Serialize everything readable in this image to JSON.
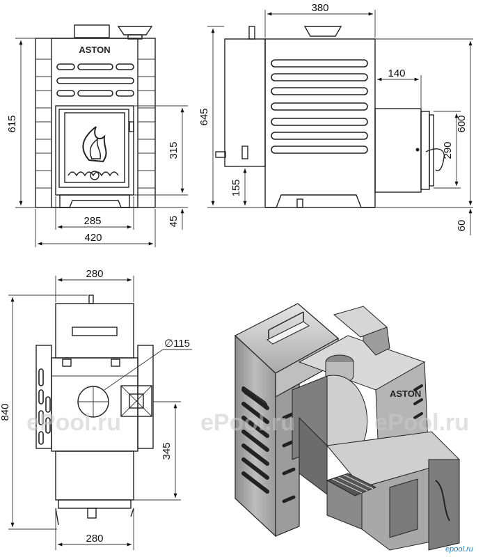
{
  "front_view": {
    "logo": "ASTON",
    "dim_height": "615",
    "dim_door_height": "315",
    "dim_door_width": "285",
    "dim_bottom": "45",
    "dim_width": "420"
  },
  "side_view": {
    "dim_depth": "380",
    "dim_height": "645",
    "dim_tunnel": "140",
    "dim_tunnel_height": "600",
    "dim_door_height": "290",
    "dim_low": "155",
    "dim_bottom": "60"
  },
  "top_view": {
    "dim_top_width": "280",
    "dim_total": "840",
    "dim_pipe": "∅115",
    "dim_tunnel": "345",
    "dim_bottom_width": "280"
  },
  "iso_view": {
    "logo": "ASTON"
  },
  "watermarks": {
    "main": "ePool.ru",
    "corner": "epool.ru"
  }
}
